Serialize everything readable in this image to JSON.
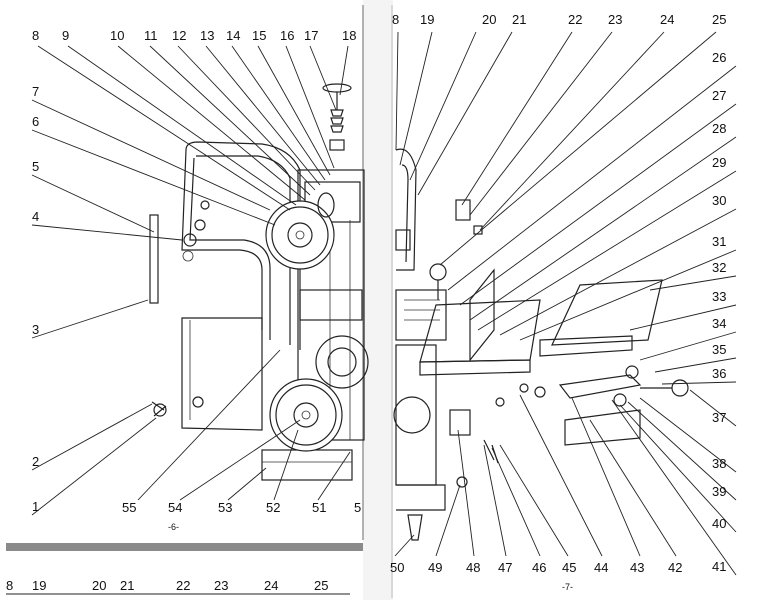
{
  "left_page": {
    "callouts_top": [
      "8",
      "9",
      "10",
      "11",
      "12",
      "13",
      "14",
      "15",
      "16",
      "17",
      "18"
    ],
    "callouts_left": [
      "7",
      "6",
      "5",
      "4",
      "3",
      "2",
      "1"
    ],
    "callouts_bottom": [
      "55",
      "54",
      "53",
      "52",
      "51",
      "5"
    ],
    "page_number": "-6-"
  },
  "right_page": {
    "callouts_top": [
      "8",
      "19",
      "20",
      "21",
      "22",
      "23",
      "24",
      "25"
    ],
    "callouts_right": [
      "26",
      "27",
      "28",
      "29",
      "30",
      "31",
      "32",
      "33",
      "34",
      "35",
      "36",
      "37",
      "38",
      "39",
      "40",
      "41"
    ],
    "callouts_bottom": [
      "50",
      "49",
      "48",
      "47",
      "46",
      "45",
      "44",
      "43",
      "42"
    ],
    "page_number": "-7-"
  },
  "next_strip": {
    "callouts": [
      "8",
      "19",
      "20",
      "21",
      "22",
      "23",
      "24",
      "25"
    ]
  },
  "colors": {
    "divider_bar": "#8a8a8a",
    "line": "#222222"
  }
}
